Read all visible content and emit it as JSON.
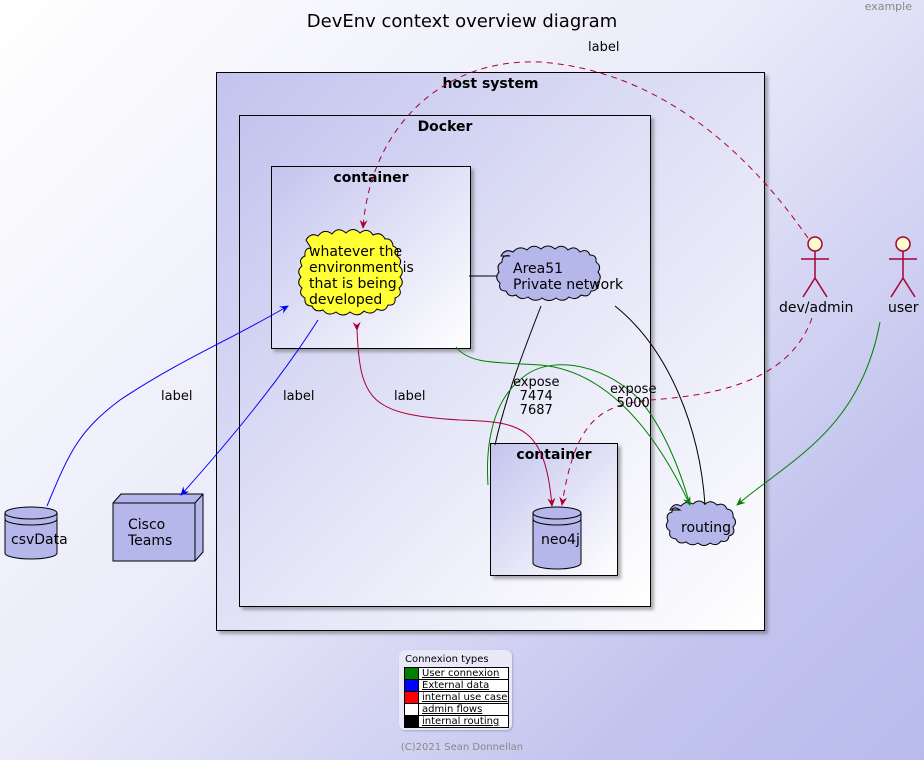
{
  "corner_label": "example",
  "title": "DevEnv context overview diagram",
  "boxes": {
    "host": "host system",
    "docker": "Docker",
    "container1": "container",
    "container2": "container"
  },
  "nodes": {
    "env": "whatever the\nenvironment is\nthat is being\ndeveloped",
    "area51": "Area51\nPrivate network",
    "neo4j": "neo4j",
    "routing": "routing",
    "csvdata": "csvData",
    "cisco": "Cisco\nTeams",
    "devadmin": "dev/admin",
    "user": "user"
  },
  "edge_labels": {
    "admin_top": "label",
    "csv": "label",
    "cisco": "label",
    "neo4j": "label",
    "expose1": "expose\n7474\n7687",
    "expose2": "expose\n5000"
  },
  "legend": {
    "title": "Connexion types",
    "items": [
      {
        "label": "User connexion",
        "color": "#008000"
      },
      {
        "label": "External data",
        "color": "#0000ff"
      },
      {
        "label": "internal use case",
        "color": "#ff0000"
      },
      {
        "label": "admin flows",
        "color": "#ffffff"
      },
      {
        "label": "internal routing",
        "color": "#000000"
      }
    ]
  },
  "colors": {
    "user_connexion": "#008000",
    "external_data": "#0000ff",
    "internal_use_case": "#a80036",
    "admin_flows": "#a80036",
    "internal_routing": "#000000",
    "node_fill": "#b5b6ea",
    "env_fill": "#ffff33",
    "actor_stroke": "#a80036"
  },
  "footer": "(C)2021 Sean Donnellan"
}
